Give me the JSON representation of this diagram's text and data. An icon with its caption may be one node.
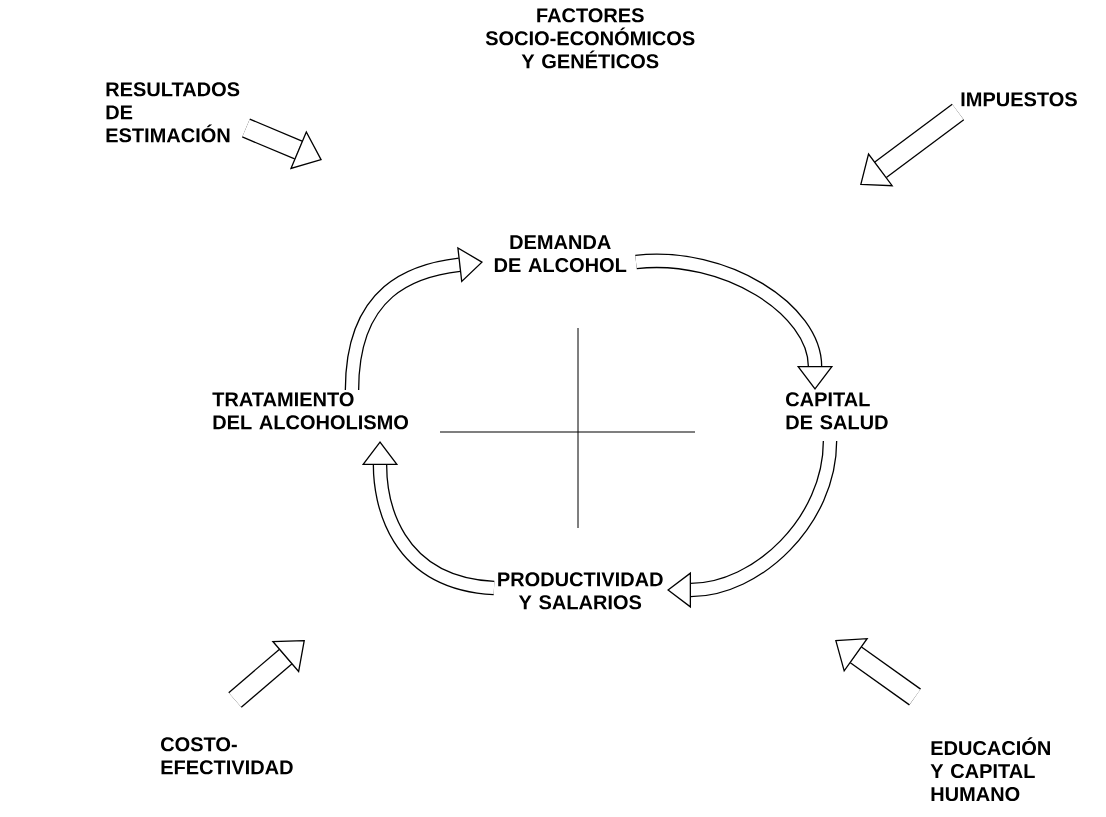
{
  "diagram": {
    "nodes": [
      {
        "text": [
          "RESULTADOS DE ESTIMACIÓN"
        ]
      },
      {
        "text": [
          "IMPUESTOS"
        ]
      },
      {
        "text": [
          "DEMANDA DE ALCOHOL"
        ]
      },
      {
        "text": [
          "TRATAMIENTO DEL ALCOHOLISMO"
        ]
      },
      {
        "text": [
          "CAPITAL DE SALUD"
        ]
      },
      {
        "text": [
          "PRODUCTIVIDAD Y SALARIOS"
        ]
      },
      {
        "text": [
          "COSTO-EFECTIVIDAD"
        ]
      },
      {
        "text": [
          "EDUCACIÓN Y CAPITAL HUMANO"
        ]
      }
    ],
    "edges": [
      {
        "from": 3,
        "to": 2,
        "arrow": "to"
      },
      {
        "from": 2,
        "to": 4,
        "arrow": "to"
      },
      {
        "from": 4,
        "to": 5,
        "arrow": "to"
      },
      {
        "from": 5,
        "to": 3,
        "arrow": "to"
      },
      {
        "from": 0,
        "to": null,
        "arrow": "to"
      },
      {
        "from": 1,
        "to": null,
        "arrow": "to"
      },
      {
        "from": 6,
        "to": null,
        "arrow": "to"
      },
      {
        "from": 7,
        "to": null,
        "arrow": "to"
      }
    ],
    "labels": [
      "FACTORES SOCIO-ECONÓMICOS Y GENÉTICOS"
    ]
  }
}
